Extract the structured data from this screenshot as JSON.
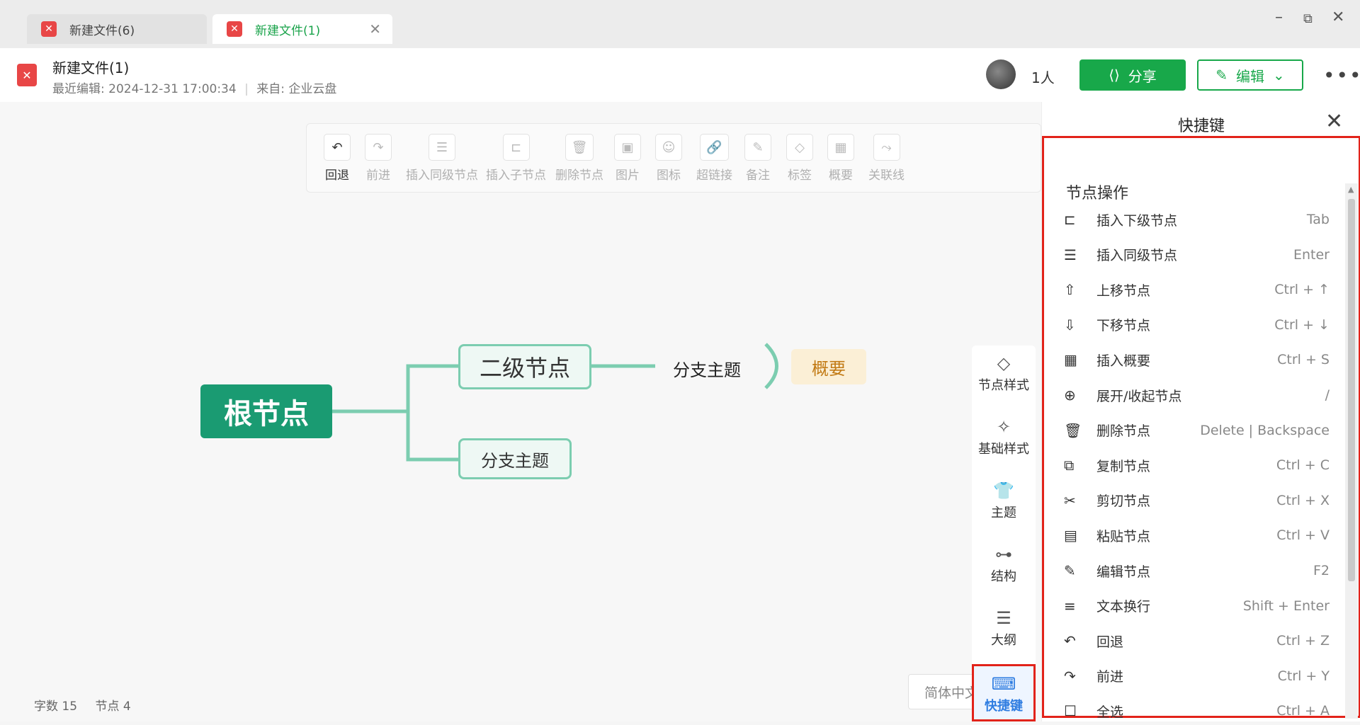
{
  "tabs": [
    {
      "title": "新建文件(6)"
    },
    {
      "title": "新建文件(1)",
      "close": "✕"
    }
  ],
  "window": {
    "minimize": "–",
    "restore": "⧉",
    "close": "✕"
  },
  "header": {
    "title": "新建文件(1)",
    "edited_label": "最近编辑:",
    "edited_time": "2024-12-31 17:00:34",
    "source_label": "来自:",
    "source": "企业云盘",
    "collaborators": "1人",
    "share": "分享",
    "edit": "编辑",
    "more": "•••"
  },
  "toolbar": [
    {
      "label": "回退",
      "icon": "↶"
    },
    {
      "label": "前进",
      "icon": "↷"
    },
    {
      "label": "插入同级节点",
      "icon": "☰"
    },
    {
      "label": "插入子节点",
      "icon": "⊏"
    },
    {
      "label": "删除节点",
      "icon": "🗑"
    },
    {
      "label": "图片",
      "icon": "▣"
    },
    {
      "label": "图标",
      "icon": "☺"
    },
    {
      "label": "超链接",
      "icon": "🔗"
    },
    {
      "label": "备注",
      "icon": "✎"
    },
    {
      "label": "标签",
      "icon": "◇"
    },
    {
      "label": "概要",
      "icon": "▦"
    },
    {
      "label": "关联线",
      "icon": "⤳"
    }
  ],
  "mindmap": {
    "root": "根节点",
    "level2_a": "二级节点",
    "level2_b": "分支主题",
    "sub_topic": "分支主题",
    "summary": "概要"
  },
  "status": {
    "chars_label": "字数",
    "chars": "15",
    "nodes_label": "节点",
    "nodes": "4"
  },
  "language": "简体中文",
  "sidebar": [
    {
      "label": "节点样式",
      "icon": "◇"
    },
    {
      "label": "基础样式",
      "icon": "✧"
    },
    {
      "label": "主题",
      "icon": "👕"
    },
    {
      "label": "结构",
      "icon": "⊶"
    },
    {
      "label": "大纲",
      "icon": "☰"
    },
    {
      "label": "快捷键",
      "icon": "⌨"
    }
  ],
  "panel": {
    "title": "快捷键",
    "close": "✕",
    "section": "节点操作",
    "shortcuts": [
      {
        "icon": "⊏",
        "label": "插入下级节点",
        "key": "Tab"
      },
      {
        "icon": "☰",
        "label": "插入同级节点",
        "key": "Enter"
      },
      {
        "icon": "⇧",
        "label": "上移节点",
        "key": "Ctrl + ↑"
      },
      {
        "icon": "⇩",
        "label": "下移节点",
        "key": "Ctrl + ↓"
      },
      {
        "icon": "▦",
        "label": "插入概要",
        "key": "Ctrl + S"
      },
      {
        "icon": "⊕",
        "label": "展开/收起节点",
        "key": "/"
      },
      {
        "icon": "🗑",
        "label": "删除节点",
        "key": "Delete | Backspace"
      },
      {
        "icon": "⧉",
        "label": "复制节点",
        "key": "Ctrl + C"
      },
      {
        "icon": "✂",
        "label": "剪切节点",
        "key": "Ctrl + X"
      },
      {
        "icon": "▤",
        "label": "粘贴节点",
        "key": "Ctrl + V"
      },
      {
        "icon": "✎",
        "label": "编辑节点",
        "key": "F2"
      },
      {
        "icon": "≡",
        "label": "文本换行",
        "key": "Shift + Enter"
      },
      {
        "icon": "↶",
        "label": "回退",
        "key": "Ctrl + Z"
      },
      {
        "icon": "↷",
        "label": "前进",
        "key": "Ctrl + Y"
      },
      {
        "icon": "☐",
        "label": "全选",
        "key": "Ctrl + A"
      }
    ]
  },
  "colors": {
    "brand": "#18a84a",
    "root": "#1a9b72",
    "branch": "#7ccdb0",
    "highlight": "#e2231a"
  }
}
